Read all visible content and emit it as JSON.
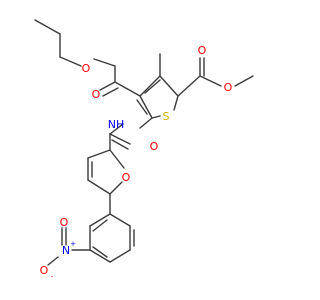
{
  "colors": {
    "bond": "#3a3a3a",
    "oxygen": "#ff0000",
    "nitrogen": "#0000ff",
    "sulfur": "#c8b400",
    "background": "#ffffff"
  },
  "atom_labels": {
    "o_ester_left_carbonyl": "O",
    "o_ester_left_ether": "O",
    "o_ester_right_carbonyl": "O",
    "o_ester_right_ether": "O",
    "s_thiophene": "S",
    "nh_amide": "NH",
    "o_amide": "O",
    "o_furan": "O",
    "n_nitro": "N",
    "n_nitro_charge": "+",
    "o_nitro_top": "O",
    "o_nitro_bottom": "O",
    "o_nitro_charge": "-"
  }
}
